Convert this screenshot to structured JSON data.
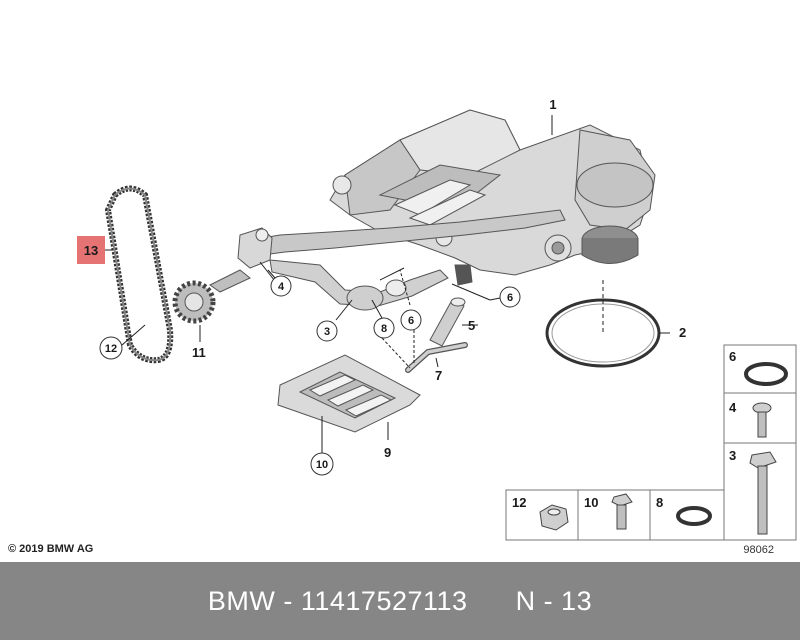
{
  "callouts": {
    "c1": "1",
    "c2": "2",
    "c3": "3",
    "c4": "4",
    "c5": "5",
    "c6a": "6",
    "c6b": "6",
    "c7": "7",
    "c8": "8",
    "c9": "9",
    "c10": "10",
    "c11": "11",
    "c12": "12",
    "c13": "13"
  },
  "legend": {
    "l6": "6",
    "l4": "4",
    "l3": "3",
    "l12": "12",
    "l10": "10",
    "l8": "8"
  },
  "diagram_number": "98062",
  "copyright": "© 2019 BMW AG",
  "footer": {
    "brand": "BMW",
    "separator": " - ",
    "part_number": "11417527113",
    "position": "N - 13"
  },
  "colors": {
    "highlight": "#e57373",
    "footer_bg": "#868686",
    "part_fill": "#d6d6d6",
    "part_dark": "#9e9e9e"
  }
}
